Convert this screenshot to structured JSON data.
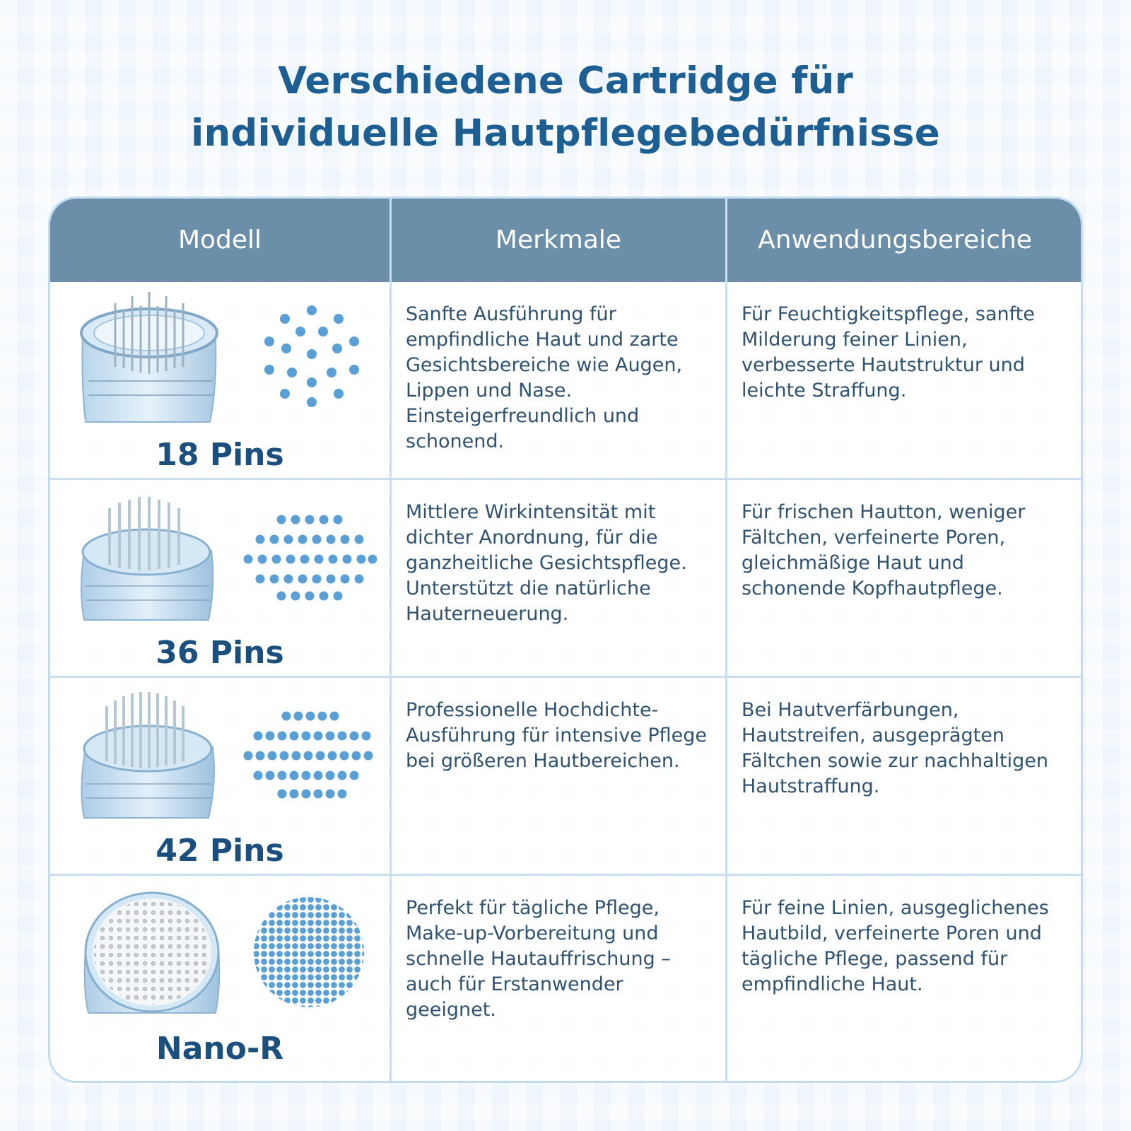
{
  "title": {
    "line1": "Verschiedene Cartridge für",
    "line2": "individuelle Hautpflegebedürfnisse"
  },
  "table": {
    "headers": {
      "model": "Modell",
      "features": "Merkmale",
      "applications": "Anwendungsbereiche"
    },
    "rows": [
      {
        "model": "18 Pins",
        "features": "Sanfte Ausführung für empfindliche Haut und zarte Gesichtsbereiche wie Augen, Lippen und Nase. Einsteigerfreundlich und schonend.",
        "applications": "Für Feuchtigkeitspflege, sanfte Milderung feiner Linien, verbesserte Hautstruktur und leichte Straffung."
      },
      {
        "model": "36 Pins",
        "features": "Mittlere Wirkintensität mit dichter Anordnung, für die ganzheitliche Gesichtspflege. Unterstützt die natürliche Hauterneuerung.",
        "applications": "Für frischen Hautton, weniger Fältchen, verfeinerte Poren, gleichmäßige Haut und schonende Kopfhautpflege."
      },
      {
        "model": "42 Pins",
        "features": "Professionelle Hochdichte-Ausführung für intensive Pflege bei größeren Hautbereichen.",
        "applications": "Bei Hautverfärbungen, Hautstreifen, ausgeprägten Fältchen sowie zur nachhaltigen Hautstraffung."
      },
      {
        "model": "Nano-R",
        "features": "Perfekt für tägliche Pflege, Make-up-Vorbereitung und schnelle Hautauffrischung – auch für Erstanwender geeignet.",
        "applications": "Für feine Linien, ausgeglichenes Hautbild, verfeinerte Poren und tägliche Pflege, passend für empfindliche Haut."
      }
    ]
  },
  "icons": {
    "row0": "cartridge-18-pins-icon",
    "row1": "cartridge-36-pins-icon",
    "row2": "cartridge-42-pins-icon",
    "row3": "cartridge-nano-icon"
  },
  "colors": {
    "title": "#1d5f92",
    "header_bg": "#6b8ea9",
    "dot": "#5a9fd6",
    "text": "#2f5270",
    "label": "#1b4f7e"
  }
}
